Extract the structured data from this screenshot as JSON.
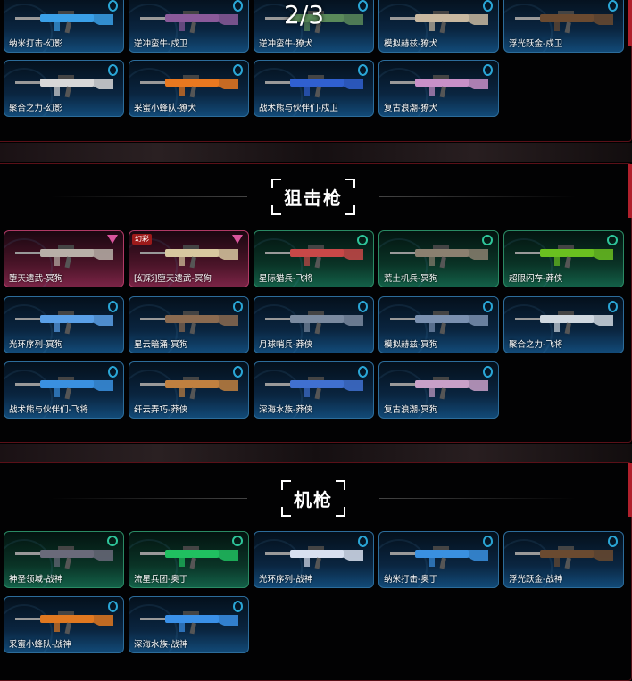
{
  "pager": "2/3",
  "sections": [
    {
      "title": "",
      "cards": [
        {
          "label": "纳米打击-幻影",
          "tier": "blue",
          "gun": "#3aa0e8"
        },
        {
          "label": "逆冲蛮牛-戍卫",
          "tier": "blue",
          "gun": "#8a5a9a"
        },
        {
          "label": "逆冲蛮牛-獠犬",
          "tier": "blue",
          "gun": "#5a8a5a"
        },
        {
          "label": "模拟赫兹-獠犬",
          "tier": "blue",
          "gun": "#c8b8a0"
        },
        {
          "label": "浮光跃金-戍卫",
          "tier": "blue",
          "gun": "#6a4a30"
        },
        {
          "label": "聚合之力-幻影",
          "tier": "blue",
          "gun": "#d8d8d8"
        },
        {
          "label": "采蜜小蜂队-獠犬",
          "tier": "blue",
          "gun": "#e87820"
        },
        {
          "label": "战术熊与伙伴们-戍卫",
          "tier": "blue",
          "gun": "#3060d0"
        },
        {
          "label": "复古浪潮-獠犬",
          "tier": "blue",
          "gun": "#c890c8"
        }
      ]
    },
    {
      "title": "狙击枪",
      "cards": [
        {
          "label": "堕天遗武-冥狗",
          "tier": "pink",
          "gun": "#b8b0a8",
          "tri": true
        },
        {
          "label": "[幻彩]堕天遗武-冥狗",
          "tier": "pink",
          "gun": "#d8c8a0",
          "tri": true,
          "tag": "幻彩"
        },
        {
          "label": "星际猎兵-飞将",
          "tier": "green",
          "gun": "#c84848"
        },
        {
          "label": "荒土机兵-冥狗",
          "tier": "green",
          "gun": "#8a8070"
        },
        {
          "label": "超限闪存-莽侠",
          "tier": "green",
          "gun": "#6ac020"
        },
        {
          "label": "光环序列-冥狗",
          "tier": "blue",
          "gun": "#5aa0e8"
        },
        {
          "label": "星云暗涌-冥狗",
          "tier": "blue",
          "gun": "#8a6a50"
        },
        {
          "label": "月球哨兵-莽侠",
          "tier": "blue",
          "gun": "#7a8aa0"
        },
        {
          "label": "模拟赫兹-冥狗",
          "tier": "blue",
          "gun": "#7a90b0"
        },
        {
          "label": "聚合之力-飞将",
          "tier": "blue",
          "gun": "#d0d8e0"
        },
        {
          "label": "战术熊与伙伴们-飞将",
          "tier": "blue",
          "gun": "#3a90e0"
        },
        {
          "label": "纤云弄巧-莽侠",
          "tier": "blue",
          "gun": "#c08040"
        },
        {
          "label": "深海水族-莽侠",
          "tier": "blue",
          "gun": "#4070d0"
        },
        {
          "label": "复古浪潮-冥狗",
          "tier": "blue",
          "gun": "#c8a0c8"
        }
      ]
    },
    {
      "title": "机枪",
      "cards": [
        {
          "label": "神圣领域-战神",
          "tier": "green",
          "gun": "#6a6a7a"
        },
        {
          "label": "流星兵团-奥丁",
          "tier": "green",
          "gun": "#20c060"
        },
        {
          "label": "光环序列-战神",
          "tier": "blue",
          "gun": "#d8e0f0"
        },
        {
          "label": "纳米打击-奥丁",
          "tier": "blue",
          "gun": "#3a90e0"
        },
        {
          "label": "浮光跃金-战神",
          "tier": "blue",
          "gun": "#6a4a30"
        },
        {
          "label": "采蜜小蜂队-战神",
          "tier": "blue",
          "gun": "#e07820"
        },
        {
          "label": "深海水族-战神",
          "tier": "blue",
          "gun": "#3a90e8"
        }
      ]
    }
  ]
}
